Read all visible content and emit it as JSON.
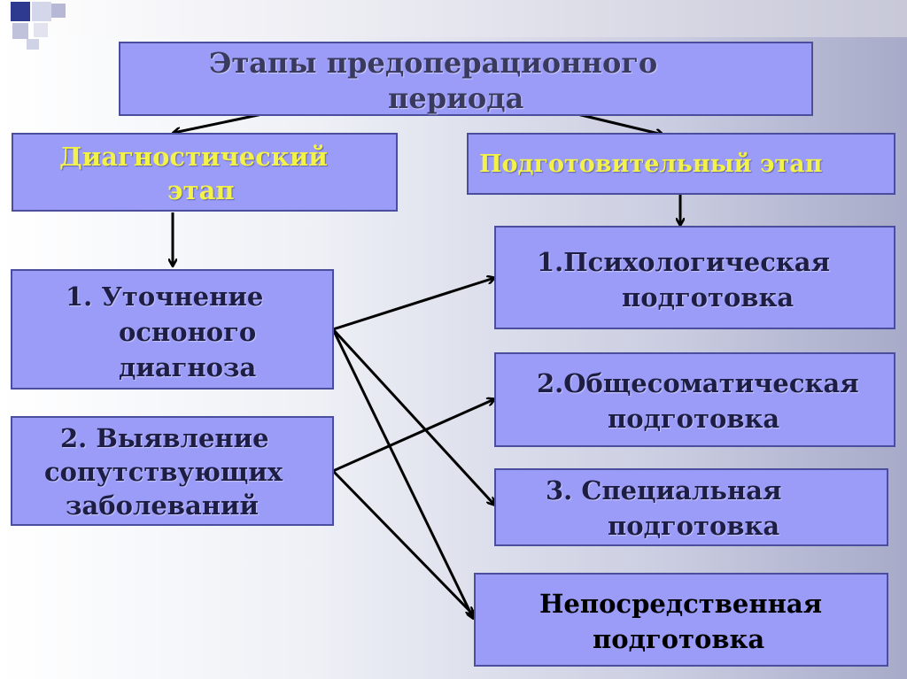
{
  "title": {
    "lines": [
      "Этапы предоперационного",
      "периода"
    ]
  },
  "diagnostic_stage": {
    "lines": [
      "Диагностический",
      "этап"
    ]
  },
  "preparatory_stage": {
    "label": "Подготовительный  этап"
  },
  "diagnostic_items": [
    {
      "lines": [
        "1. Уточнение",
        "осноного",
        "диагноза"
      ]
    },
    {
      "lines": [
        "2. Выявление",
        "сопутствующих",
        "заболеваний"
      ]
    }
  ],
  "preparation_items": [
    {
      "lines": [
        "1.Психологическая",
        "подготовка"
      ]
    },
    {
      "lines": [
        "2.Общесоматическая",
        "подготовка"
      ]
    },
    {
      "lines": [
        "3. Специальная",
        "подготовка"
      ]
    },
    {
      "lines": [
        "Непосредственная",
        "подготовка"
      ]
    }
  ],
  "colors": {
    "box_fill": "#9b9cf8",
    "box_border": "#4a4e9c",
    "heading_yellow": "#f2f24a",
    "arrow": "#000000"
  }
}
